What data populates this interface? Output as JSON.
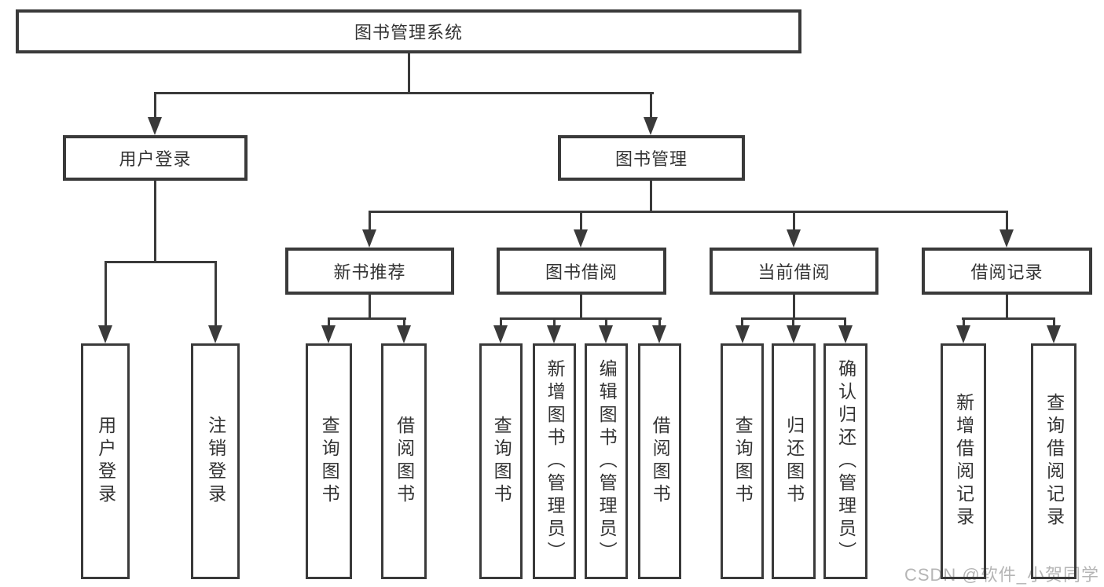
{
  "tree": {
    "label": "图书管理系统",
    "children": [
      {
        "label": "用户登录",
        "children": [
          {
            "label": "用户登录"
          },
          {
            "label": "注销登录"
          }
        ]
      },
      {
        "label": "图书管理",
        "children": [
          {
            "label": "新书推荐",
            "children": [
              {
                "label": "查询图书"
              },
              {
                "label": "借阅图书"
              }
            ]
          },
          {
            "label": "图书借阅",
            "children": [
              {
                "label": "查询图书"
              },
              {
                "label": "新增图书（管理员）"
              },
              {
                "label": "编辑图书（管理员）"
              },
              {
                "label": "借阅图书"
              }
            ]
          },
          {
            "label": "当前借阅",
            "children": [
              {
                "label": "查询图书"
              },
              {
                "label": "归还图书"
              },
              {
                "label": "确认归还（管理员）"
              }
            ]
          },
          {
            "label": "借阅记录",
            "children": [
              {
                "label": "新增借阅记录"
              },
              {
                "label": "查询借阅记录"
              }
            ]
          }
        ]
      }
    ]
  },
  "watermark": {
    "text": "CSDN @软件_小贺同学"
  },
  "colors": {
    "line": "#3a3a3a",
    "text": "#333333",
    "watermark": "#b5b5b5",
    "background": "#ffffff"
  }
}
